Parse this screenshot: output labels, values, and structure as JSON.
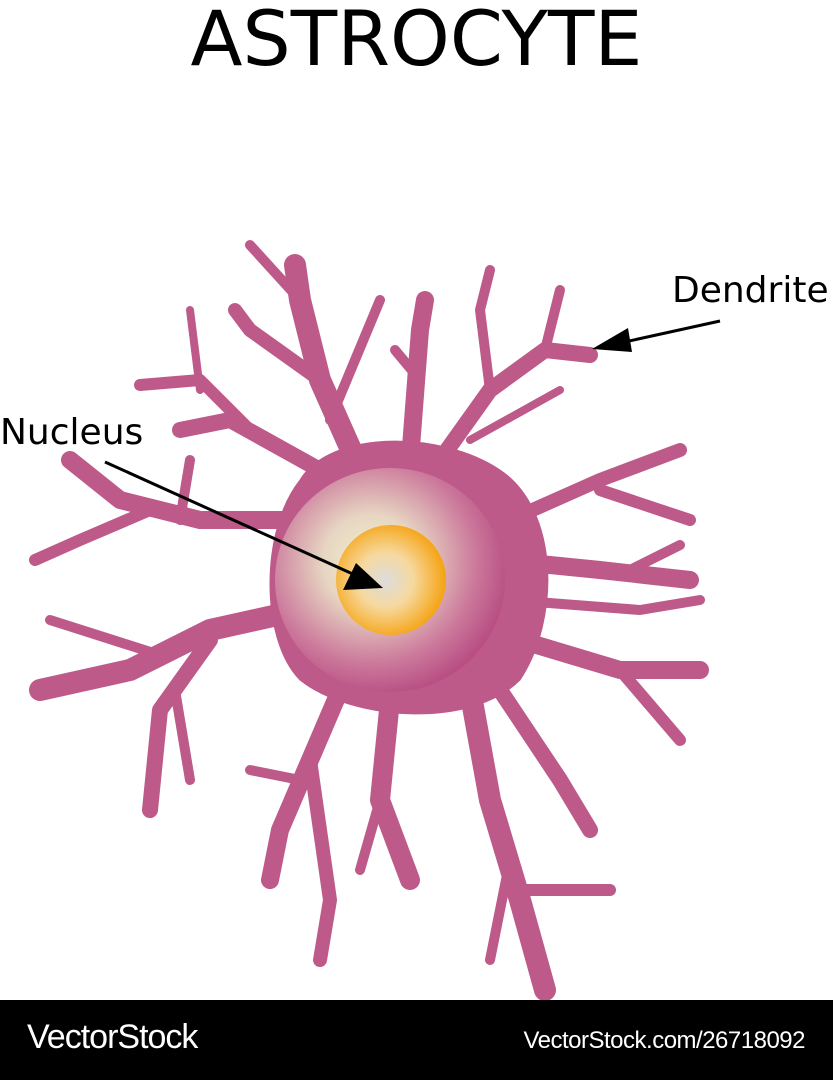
{
  "title": "ASTROCYTE",
  "labels": {
    "dendrite": "Dendrite",
    "nucleus": "Nucleus"
  },
  "colors": {
    "cell_body": "#bd5a8a",
    "nucleus_outer": "#f5a623",
    "nucleus_center": "#e0e0e0",
    "soma_glow": "#ece4c0",
    "arrow": "#000000",
    "footer_bg": "#000000"
  },
  "footer": {
    "brand": "VectorStock",
    "reference": "VectorStock.com/26718092"
  }
}
